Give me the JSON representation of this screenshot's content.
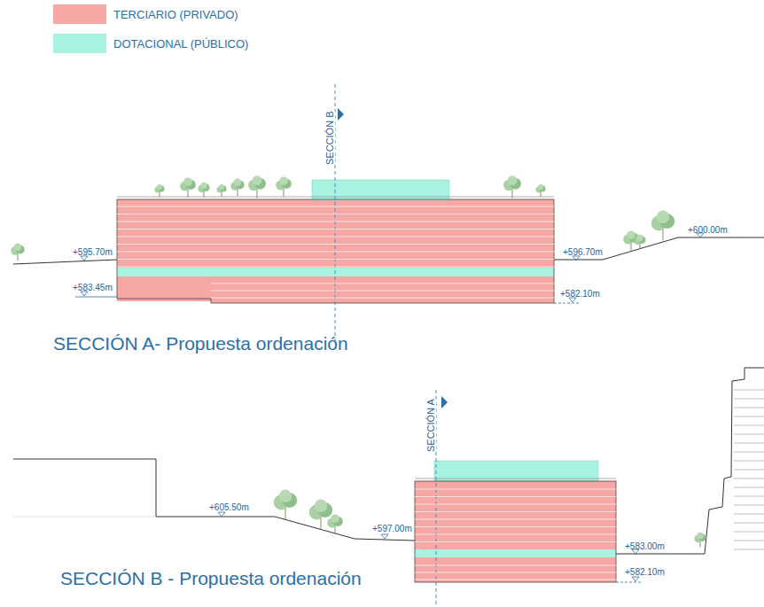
{
  "diagram": {
    "labels": [
      "SECCIÓN B",
      "+595.70m",
      "+583.45m",
      "+596.70m",
      "+600.00m",
      "+582.10m",
      "SECCIÓN A- Propuesta ordenación",
      "SECCIÓN A",
      "+605.50m",
      "+597.00m",
      "+583.00m",
      "+582.10m",
      "SECCIÓN B - Propuesta ordenación"
    ],
    "legend": [
      {
        "text": "TERCIARIO (PRIVADO)",
        "color": "#f7a7a4"
      },
      {
        "text": "DOTACIONAL (PÚBLICO)",
        "color": "#a8f2e2"
      }
    ]
  }
}
